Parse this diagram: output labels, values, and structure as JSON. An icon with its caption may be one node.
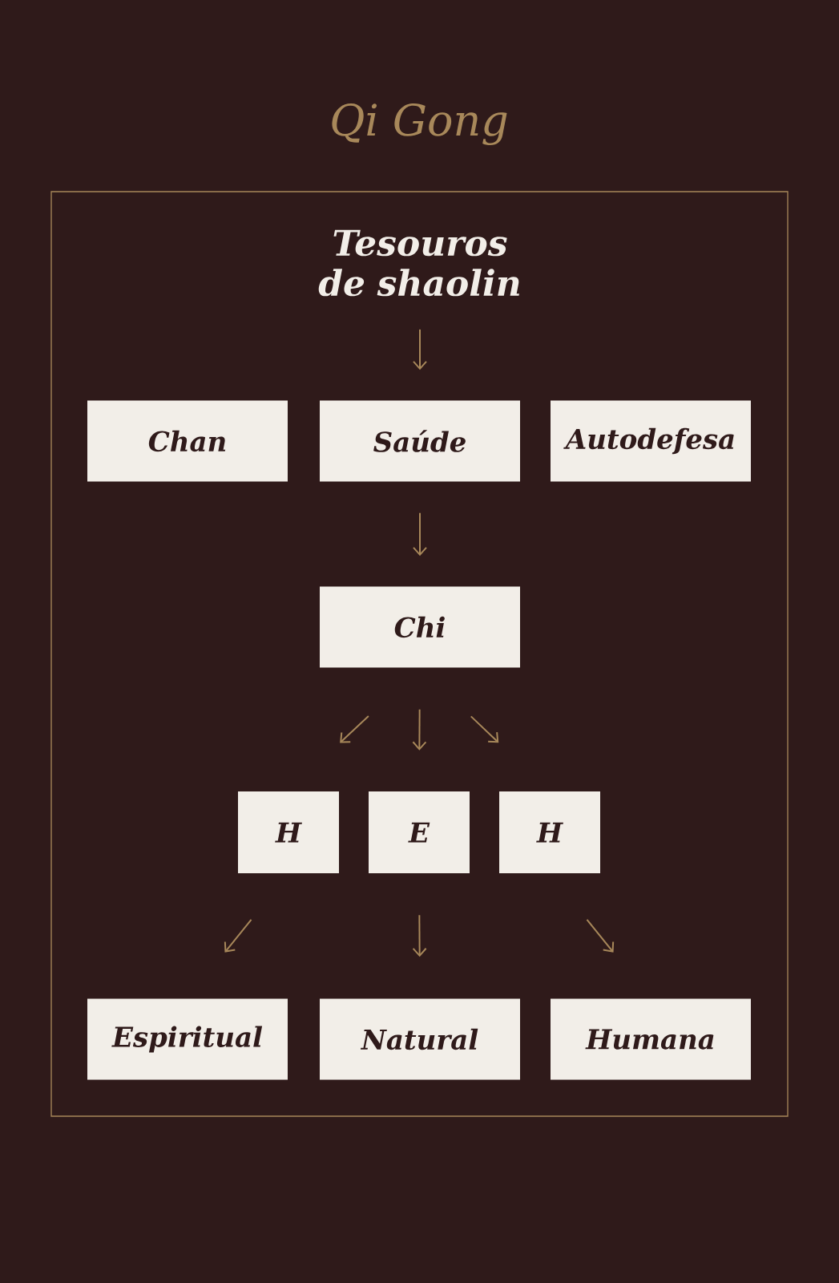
{
  "diagram": {
    "title": "Qi Gong",
    "nodes": [
      {
        "text": [
          "Tesouros de shaolin"
        ]
      },
      {
        "text": [
          "Chan"
        ]
      },
      {
        "text": [
          "Saúde"
        ]
      },
      {
        "text": [
          "Autodefesa"
        ]
      },
      {
        "text": [
          "Chi"
        ]
      },
      {
        "text": [
          "H"
        ]
      },
      {
        "text": [
          "E"
        ]
      },
      {
        "text": [
          "H"
        ]
      },
      {
        "text": [
          "Espiritual"
        ]
      },
      {
        "text": [
          "Natural"
        ]
      },
      {
        "text": [
          "Humana"
        ]
      }
    ],
    "edges": [
      {
        "from": 0,
        "to": 2,
        "arrow": "to"
      },
      {
        "from": 2,
        "to": 4,
        "arrow": "to"
      },
      {
        "from": 4,
        "to": 5,
        "arrow": "to"
      },
      {
        "from": 4,
        "to": 6,
        "arrow": "to"
      },
      {
        "from": 4,
        "to": 7,
        "arrow": "to"
      },
      {
        "from": 5,
        "to": 8,
        "arrow": "to"
      },
      {
        "from": 6,
        "to": 9,
        "arrow": "to"
      },
      {
        "from": 7,
        "to": 10,
        "arrow": "to"
      }
    ]
  }
}
